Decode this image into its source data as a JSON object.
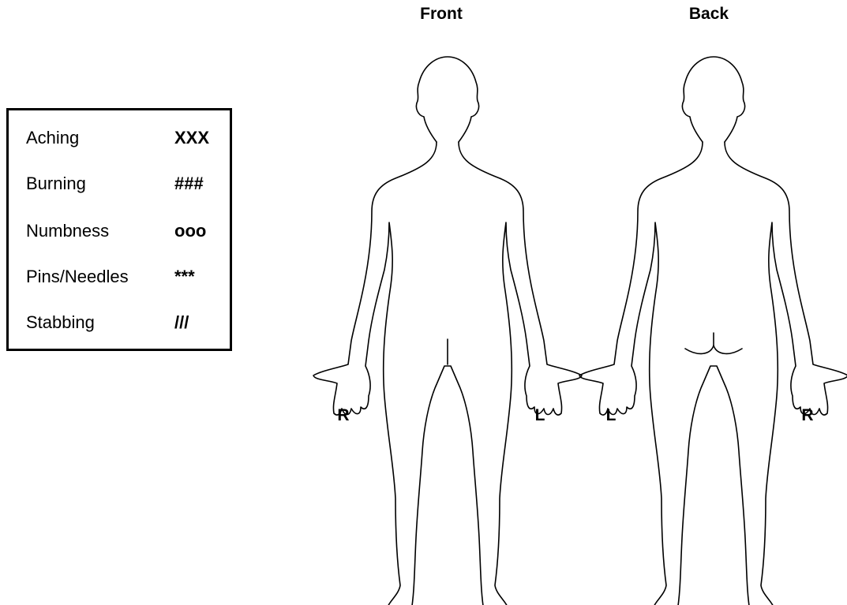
{
  "legend": {
    "items": [
      {
        "label": "Aching",
        "symbol": "XXX"
      },
      {
        "label": "Burning",
        "symbol": "###"
      },
      {
        "label": "Numbness",
        "symbol": "ooo"
      },
      {
        "label": "Pins/Needles",
        "symbol": "***"
      },
      {
        "label": "Stabbing",
        "symbol": "///"
      }
    ]
  },
  "views": {
    "front": {
      "title": "Front",
      "left_side": "R",
      "right_side": "L"
    },
    "back": {
      "title": "Back",
      "left_side": "L",
      "right_side": "R"
    }
  }
}
